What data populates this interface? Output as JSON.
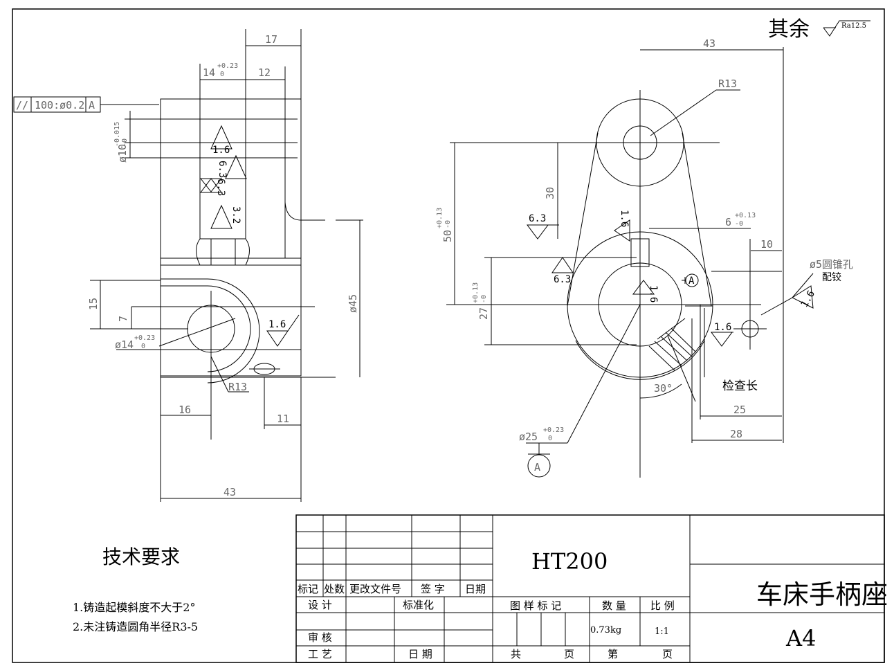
{
  "general_roughness": {
    "label": "其余",
    "value": "Ra12.5"
  },
  "left_view": {
    "tolerance_frame": [
      "//",
      "100:ø0.2",
      "A"
    ],
    "dim_17": "17",
    "dim_14": "14",
    "dim_14_tol_upper": "+0.23",
    "dim_14_tol_lower": "0",
    "dim_12": "12",
    "dim_phi10": "ø10",
    "dim_phi10_tol_upper": "-0.015",
    "dim_phi10_tol_lower": "-0",
    "rough_1_6a": "1.6",
    "rough_6_3a": "6.3",
    "rough_6_3b": "6.3",
    "rough_3_2": "3.2",
    "dim_15": "15",
    "dim_7": "7",
    "dim_phi14": "ø14",
    "dim_phi14_tol_upper": "+0.23",
    "dim_phi14_tol_lower": "0",
    "rough_1_6b": "1.6",
    "dim_R13": "R13",
    "dim_phi45": "ø45",
    "dim_16": "16",
    "dim_11": "11",
    "dim_43": "43"
  },
  "right_view": {
    "dim_43": "43",
    "dim_R13": "R13",
    "dim_30": "30",
    "dim_50": "50",
    "dim_50_tol_upper": "+0.13",
    "dim_50_tol_lower": "-0",
    "rough_6_3a": "6.3",
    "rough_1_6a": "1.6",
    "dim_6": "6",
    "dim_6_tol_upper": "+0.13",
    "dim_6_tol_lower": "-0",
    "dim_10": "10",
    "rough_6_3b": "6.3",
    "dim_27": "27",
    "dim_27_tol_upper": "+0.13",
    "dim_27_tol_lower": "-0",
    "rough_1_6b": "1.6",
    "datum_marker": "A",
    "taper_hole_line1": "ø5圆锥孔",
    "taper_hole_line2": "配铰",
    "rough_1_6c": "1.6",
    "rough_1_6d": "1.6",
    "check_length": "检查长",
    "dim_30deg": "30°",
    "dim_25": "25",
    "dim_28": "28",
    "dim_phi25": "ø25",
    "dim_phi25_tol_upper": "+0.23",
    "dim_phi25_tol_lower": "0",
    "datum_A": "A"
  },
  "notes": {
    "title": "技术要求",
    "items": [
      "1.铸造起模斜度不大于2°",
      "2.未注铸造圆角半径R3-5"
    ]
  },
  "title_block": {
    "rev_headers": [
      "标记",
      "处数",
      "更改文件号",
      "签 字",
      "日期"
    ],
    "design": "设 计",
    "standardization": "标准化",
    "review": "审 核",
    "process": "工 艺",
    "date": "日 期",
    "material": "HT200",
    "pattern_mark": "图 样 标 记",
    "quantity": "数 量",
    "scale": "比 例",
    "weight": "0.73kg",
    "scale_value": "1:1",
    "total_label": "共",
    "page_label_1": "页",
    "sheet_label": "第",
    "page_label_2": "页",
    "part_name": "车床手柄座",
    "sheet_size": "A4"
  }
}
